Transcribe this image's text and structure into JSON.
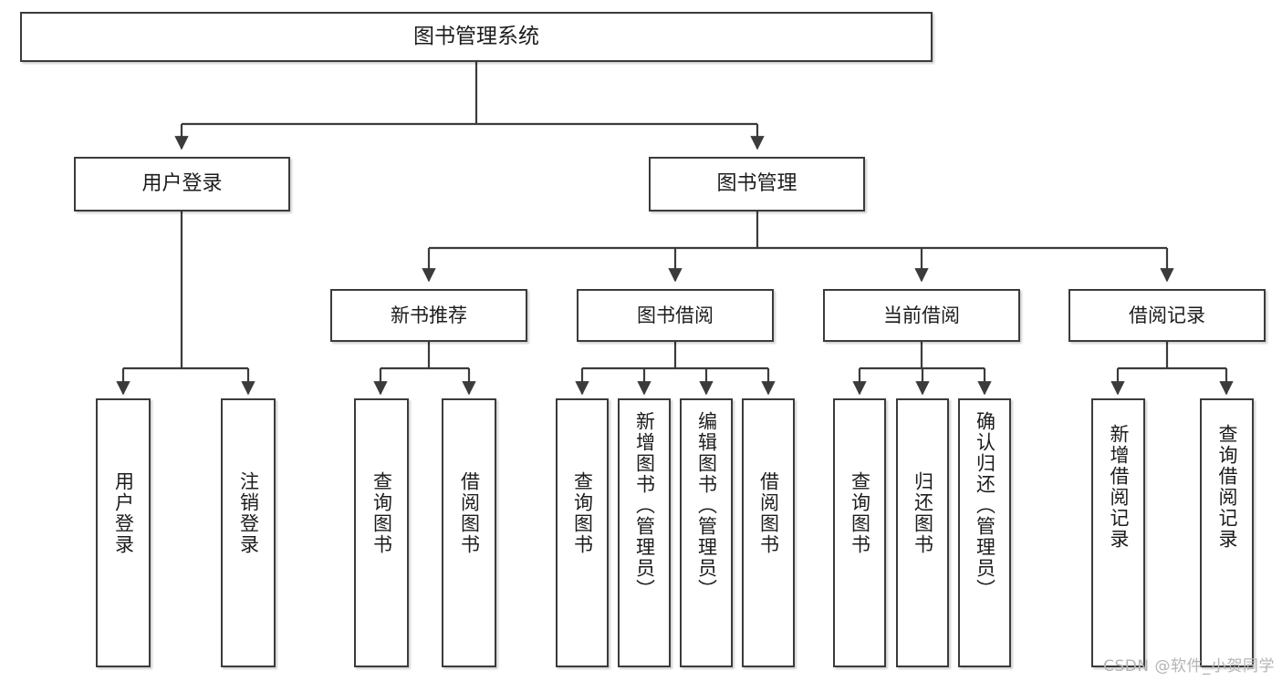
{
  "diagram": {
    "title": "图书管理系统",
    "watermark": "CSDN @软件_小贺同学",
    "line_color": "#3b3b3b",
    "box_fill": "#ffffff",
    "text_color": "#1c1c1c",
    "root": {
      "label": "图书管理系统"
    },
    "level2": [
      {
        "label": "用户登录"
      },
      {
        "label": "图书管理"
      }
    ],
    "level3": [
      {
        "label": "新书推荐"
      },
      {
        "label": "图书借阅"
      },
      {
        "label": "当前借阅"
      },
      {
        "label": "借阅记录"
      }
    ],
    "leaves": {
      "user_login": [
        {
          "label": "用户登录"
        },
        {
          "label": "注销登录"
        }
      ],
      "new_book_recommend": [
        {
          "label": "查询图书"
        },
        {
          "label": "借阅图书"
        }
      ],
      "book_borrow": [
        {
          "label": "查询图书"
        },
        {
          "label": "新增图书（管理员）"
        },
        {
          "label": "编辑图书（管理员）"
        },
        {
          "label": "借阅图书"
        }
      ],
      "current_borrow": [
        {
          "label": "查询图书"
        },
        {
          "label": "归还图书"
        },
        {
          "label": "确认归还（管理员）"
        }
      ],
      "borrow_record": [
        {
          "label": "新增借阅记录"
        },
        {
          "label": "查询借阅记录"
        }
      ]
    }
  }
}
